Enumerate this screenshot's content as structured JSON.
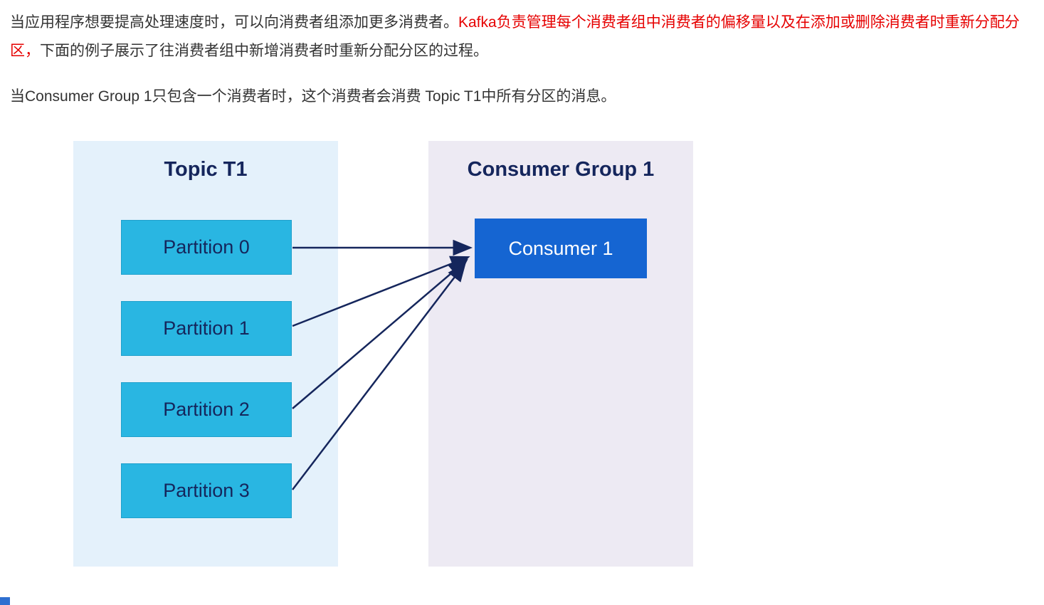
{
  "article": {
    "paragraph1": {
      "part1": "当应用程序想要提高处理速度时，可以向消费者组添加更多消费者。",
      "part2_red": "Kafka负责管理每个消费者组中消费者的偏移量以及在添加或删除消费者时重新分配分区，",
      "part3": "下面的例子展示了往消费者组中新增消费者时重新分配分区的过程。"
    },
    "paragraph2": "当Consumer Group 1只包含一个消费者时，这个消费者会消费 Topic T1中所有分区的消息。"
  },
  "diagram": {
    "topic": {
      "title": "Topic T1",
      "partitions": [
        {
          "label": "Partition 0"
        },
        {
          "label": "Partition 1"
        },
        {
          "label": "Partition 2"
        },
        {
          "label": "Partition 3"
        }
      ]
    },
    "consumer_group": {
      "title": "Consumer Group 1",
      "consumers": [
        {
          "label": "Consumer 1"
        }
      ]
    }
  },
  "colors": {
    "body_text": "#333333",
    "red_text": "#e60000",
    "navy": "#15265c",
    "topic_panel_bg": "#e4f1fb",
    "group_panel_bg": "#edeaf3",
    "partition_fill": "#29b6e2",
    "partition_border": "#1fa0cc",
    "consumer_fill": "#1565d2",
    "fragment_blue": "#2e6fd0"
  }
}
